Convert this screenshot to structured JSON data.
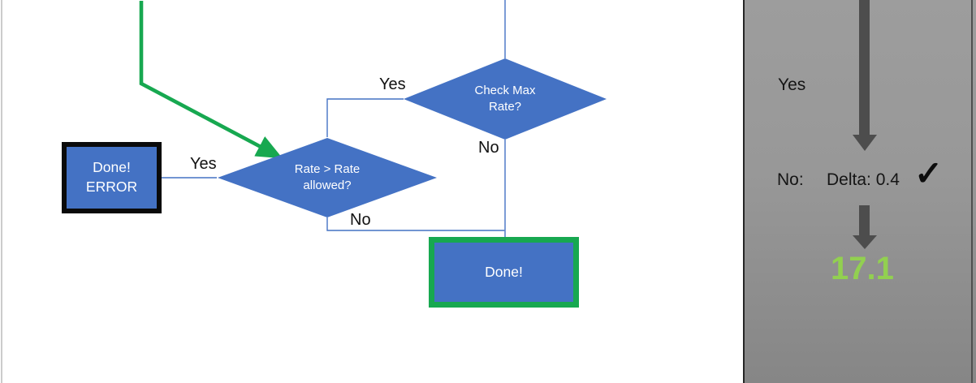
{
  "flowchart": {
    "check_max_diamond": {
      "label": "Check Max\nRate?"
    },
    "rate_allowed_diamond": {
      "label": "Rate > Rate\nallowed?"
    },
    "done_error_box": {
      "label": "Done!\nERROR"
    },
    "done_box": {
      "label": "Done!"
    },
    "edge_labels": {
      "check_max_yes": "Yes",
      "check_max_no": "No",
      "rate_allowed_yes": "Yes",
      "rate_allowed_no": "No"
    }
  },
  "side_panel": {
    "yes_label": "Yes",
    "no_label": "No:",
    "delta_label": "Delta: 0.4",
    "checkmark_icon": "✓",
    "result_value": "17.1"
  },
  "colors": {
    "shape_fill_blue": "#4472c4",
    "connector_blue": "#4472c4",
    "flow_green": "#17a850",
    "done_border_green": "#17a850",
    "error_border_black": "#0a0a0a",
    "arrow_gray": "#4d4d4d",
    "result_green": "#92d050",
    "panel_gray_top": "#9d9d9d",
    "panel_gray_bottom": "#868686"
  }
}
